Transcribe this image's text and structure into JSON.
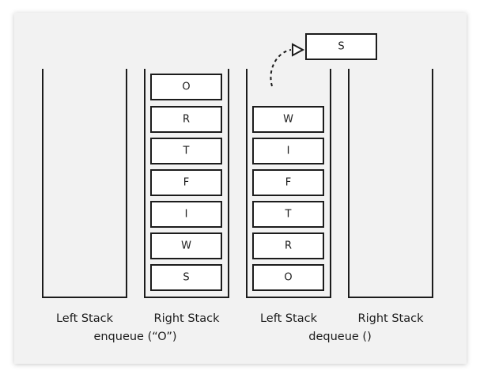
{
  "diagram": {
    "stack_labels": [
      "Left Stack",
      "Right Stack",
      "Left Stack",
      "Right Stack"
    ],
    "operations": [
      "enqueue (“O”)",
      "dequeue ()"
    ],
    "scenario1_right_stack": [
      "O",
      "R",
      "T",
      "F",
      "I",
      "W",
      "S"
    ],
    "scenario2_left_stack": [
      "W",
      "I",
      "F",
      "T",
      "R",
      "O"
    ],
    "dequeued_item": "S"
  }
}
